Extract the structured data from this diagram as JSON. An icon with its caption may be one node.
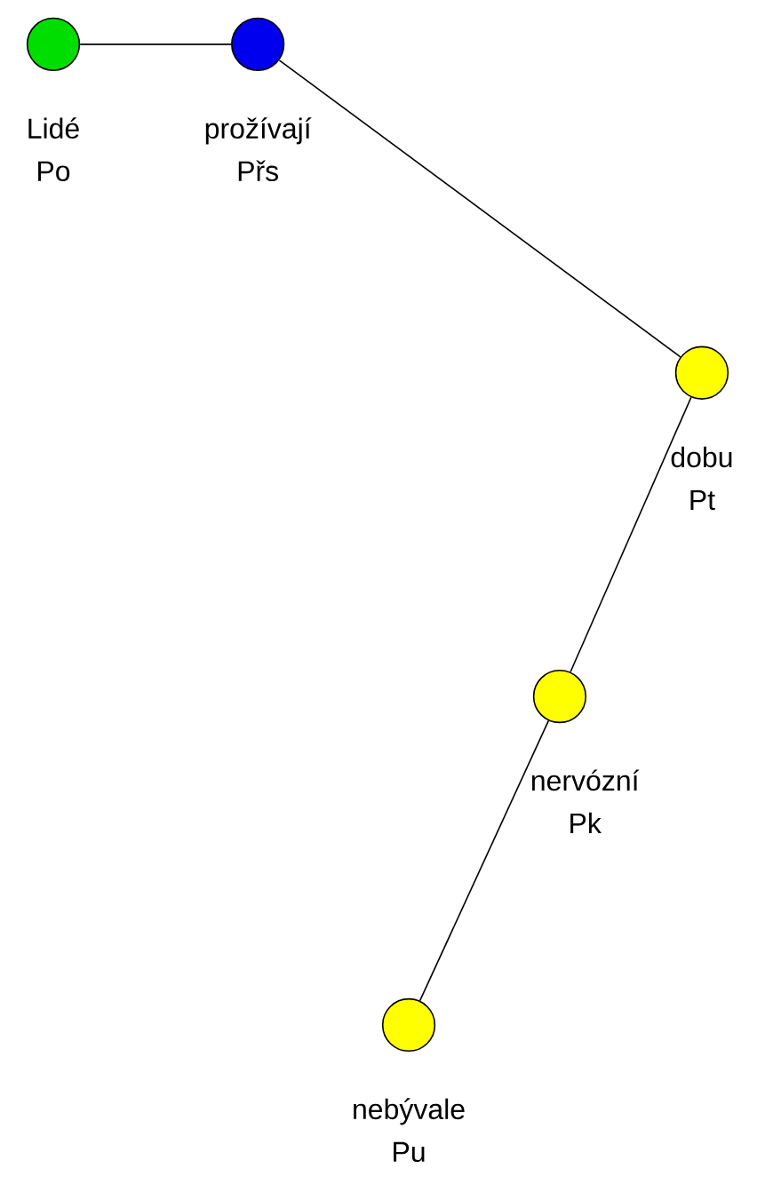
{
  "diagram": {
    "nodes": [
      {
        "text": [
          "Lidé",
          "Po"
        ]
      },
      {
        "text": [
          "prožívají",
          "Přs"
        ]
      },
      {
        "text": [
          "dobu",
          "Pt"
        ]
      },
      {
        "text": [
          "nervózní",
          "Pk"
        ]
      },
      {
        "text": [
          "nebývale",
          "Pu"
        ]
      }
    ],
    "edges": [
      {
        "from": 0,
        "to": 1,
        "arrow": "none"
      },
      {
        "from": 1,
        "to": 2,
        "arrow": "none"
      },
      {
        "from": 2,
        "to": 3,
        "arrow": "none"
      },
      {
        "from": 3,
        "to": 4,
        "arrow": "none"
      }
    ]
  }
}
